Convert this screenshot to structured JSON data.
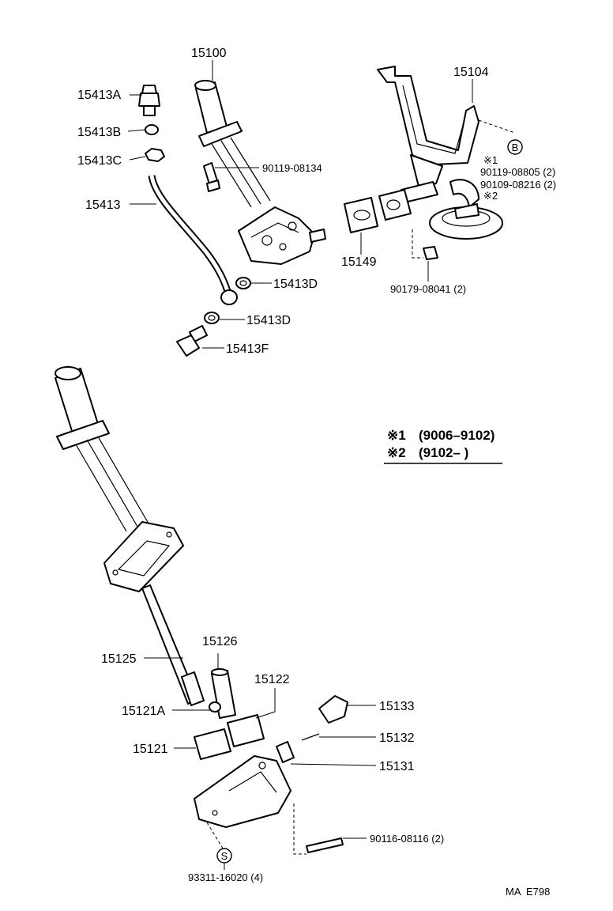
{
  "diagram": {
    "parts": [
      {
        "id": "p15100",
        "label": "15100"
      },
      {
        "id": "p15413A",
        "label": "15413A"
      },
      {
        "id": "p15413B",
        "label": "15413B"
      },
      {
        "id": "p15413C",
        "label": "15413C"
      },
      {
        "id": "p15413",
        "label": "15413"
      },
      {
        "id": "p90119_08134",
        "label": "90119-08134"
      },
      {
        "id": "p15413D_1",
        "label": "15413D"
      },
      {
        "id": "p15413D_2",
        "label": "15413D"
      },
      {
        "id": "p15413F",
        "label": "15413F"
      },
      {
        "id": "p15104",
        "label": "15104"
      },
      {
        "id": "pB",
        "label": "B"
      },
      {
        "id": "pNote1",
        "label": "※1"
      },
      {
        "id": "p90119_08805",
        "label": "90119-08805 (2)"
      },
      {
        "id": "p90109_08216",
        "label": "90109-08216 (2)"
      },
      {
        "id": "pNote2",
        "label": "※2"
      },
      {
        "id": "p15149",
        "label": "15149"
      },
      {
        "id": "p90179_08041",
        "label": "90179-08041 (2)"
      },
      {
        "id": "p15126",
        "label": "15126"
      },
      {
        "id": "p15122",
        "label": "15122"
      },
      {
        "id": "p15125",
        "label": "15125"
      },
      {
        "id": "p15121A",
        "label": "15121A"
      },
      {
        "id": "p15121",
        "label": "15121"
      },
      {
        "id": "p15133",
        "label": "15133"
      },
      {
        "id": "p15132",
        "label": "15132"
      },
      {
        "id": "p15131",
        "label": "15131"
      },
      {
        "id": "p90116_08116",
        "label": "90116-08116 (2)"
      },
      {
        "id": "pS",
        "label": "S"
      },
      {
        "id": "p93311_16020",
        "label": "93311-16020 (4)"
      }
    ],
    "legend": [
      {
        "mark": "※1",
        "range": "(9006–9102)"
      },
      {
        "mark": "※2",
        "range": "(9102–      )"
      }
    ],
    "code": "MA  E798"
  }
}
